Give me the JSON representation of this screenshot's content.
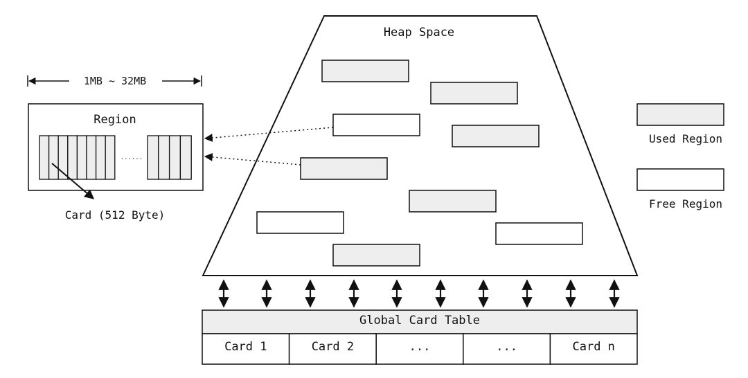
{
  "heap": {
    "title": "Heap Space",
    "regions": [
      {
        "kind": "used"
      },
      {
        "kind": "used"
      },
      {
        "kind": "free"
      },
      {
        "kind": "used"
      },
      {
        "kind": "used"
      },
      {
        "kind": "used"
      },
      {
        "kind": "free"
      },
      {
        "kind": "free"
      },
      {
        "kind": "used"
      }
    ]
  },
  "region_detail": {
    "size_label": "1MB ~ 32MB",
    "title": "Region",
    "ellipsis": "......",
    "card_label": "Card (512 Byte)"
  },
  "legend": {
    "used_label": "Used Region",
    "free_label": "Free Region"
  },
  "card_table": {
    "title": "Global Card Table",
    "cells": [
      "Card 1",
      "Card 2",
      "...",
      "...",
      "Card n"
    ]
  },
  "colors": {
    "stroke": "#111111",
    "used_fill": "#eeeeee",
    "free_fill": "#ffffff",
    "table_header_fill": "#eeeeee"
  }
}
